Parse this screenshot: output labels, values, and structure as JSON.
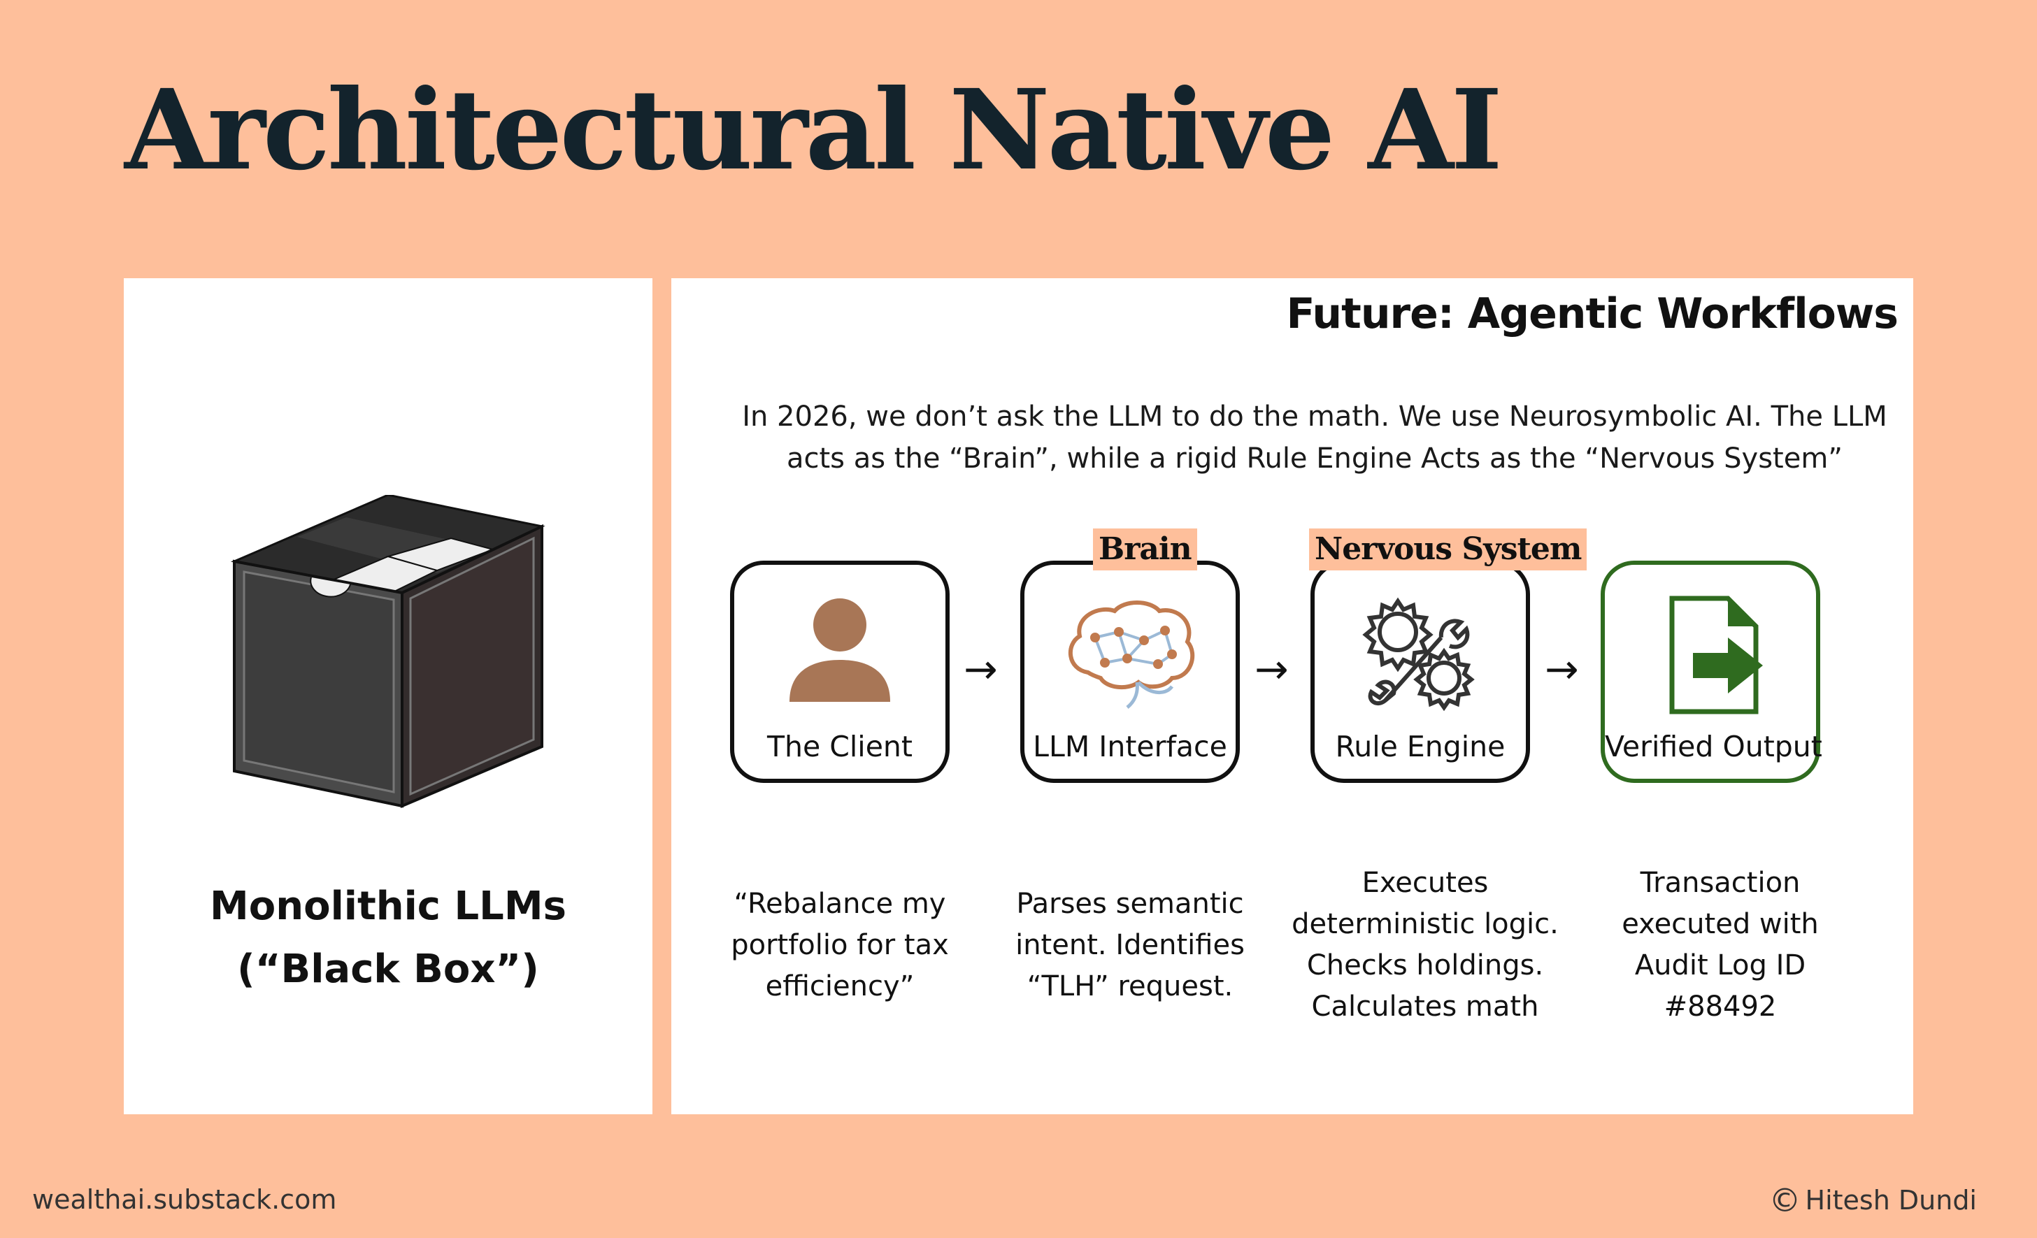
{
  "title": "Architectural Native AI",
  "left_panel": {
    "caption_line1": "Monolithic LLMs",
    "caption_line2": "(“Black Box”)"
  },
  "right_panel": {
    "title": "Future: Agentic Workflows",
    "intro_line1": "In 2026, we don’t ask the LLM to do the math. We use Neurosymbolic AI. The LLM",
    "intro_line2": "acts as the “Brain”, while a rigid Rule Engine Acts as the “Nervous System”",
    "arrow_glyph": "→",
    "steps": [
      {
        "label": "The Client",
        "icon": "user-icon",
        "tag": "",
        "desc": [
          "“Rebalance my",
          "portfolio for tax",
          "efficiency”"
        ]
      },
      {
        "label": "LLM Interface",
        "icon": "brain-icon",
        "tag": "Brain",
        "desc": [
          "Parses semantic",
          "intent. Identifies",
          "“TLH” request."
        ]
      },
      {
        "label": "Rule Engine",
        "icon": "gear-wrench-icon",
        "tag": "Nervous System",
        "desc": [
          "Executes",
          "deterministic logic.",
          "Checks holdings.",
          "Calculates math"
        ]
      },
      {
        "label": "Verified Output",
        "icon": "document-export-icon",
        "tag": "",
        "desc": [
          "Transaction",
          "executed with",
          "Audit Log ID",
          "#88492"
        ]
      }
    ]
  },
  "footer": {
    "left": "wealthai.substack.com",
    "copyright_symbol": "©",
    "right": "Hitesh Dundi"
  },
  "colors": {
    "background": "#FEBF9B",
    "title": "#13232C",
    "client_icon": "#A87656",
    "output_green": "#2F6B1F"
  }
}
